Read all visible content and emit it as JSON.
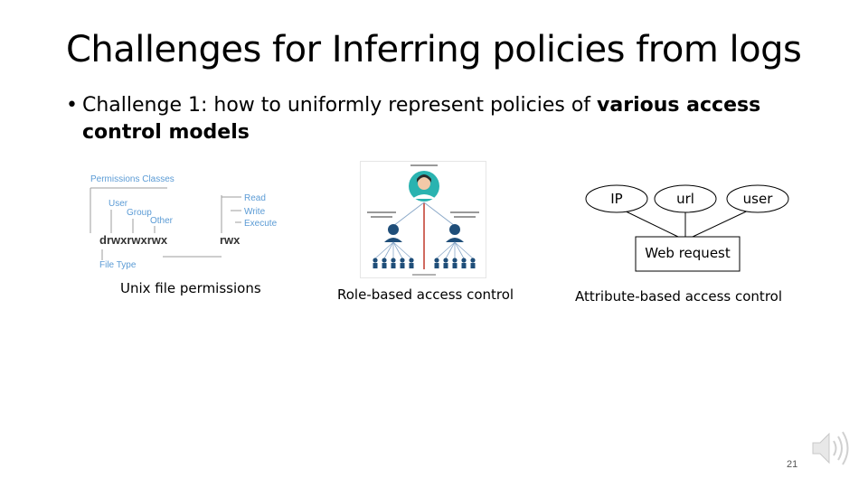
{
  "slide": {
    "title": "Challenges for Inferring policies from logs",
    "bullet_marker": "•",
    "bullet_text_plain": "Challenge 1: how to uniformly represent policies of ",
    "bullet_text_bold": "various access control models",
    "slide_number": "21"
  },
  "unix_diagram": {
    "permissions_classes": "Permissions Classes",
    "user": "User",
    "group": "Group",
    "other": "Other",
    "perm_string": "drwxrwxrwx",
    "perm_short": "rwx",
    "read": "Read",
    "write": "Write",
    "execute": "Execute",
    "file_type": "File Type",
    "caption": "Unix file permissions"
  },
  "rbac_diagram": {
    "caption": "Role-based access control"
  },
  "abac_diagram": {
    "attributes": [
      "IP",
      "url",
      "user"
    ],
    "request_label": "Web request",
    "caption": "Attribute-based access control"
  },
  "colors": {
    "diagram_blue": "#5b9bd5",
    "diagram_gray": "#9e9e9e",
    "rbac_navy": "#1f4e79",
    "rbac_red": "#c0392b",
    "avatar_teal": "#2ab3b0"
  }
}
